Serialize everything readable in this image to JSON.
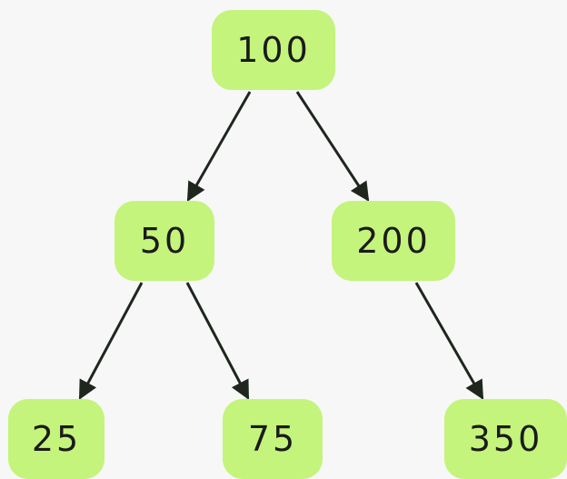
{
  "tree": {
    "colors": {
      "node_fill": "#c4f47c",
      "edge": "#1e261e",
      "background": "#f7f7f7"
    },
    "nodes": {
      "root": "100",
      "left": "50",
      "right": "200",
      "left_left": "25",
      "left_right": "75",
      "right_right": "350"
    },
    "edges": [
      [
        "100",
        "50"
      ],
      [
        "100",
        "200"
      ],
      [
        "50",
        "25"
      ],
      [
        "50",
        "75"
      ],
      [
        "200",
        "350"
      ]
    ]
  }
}
